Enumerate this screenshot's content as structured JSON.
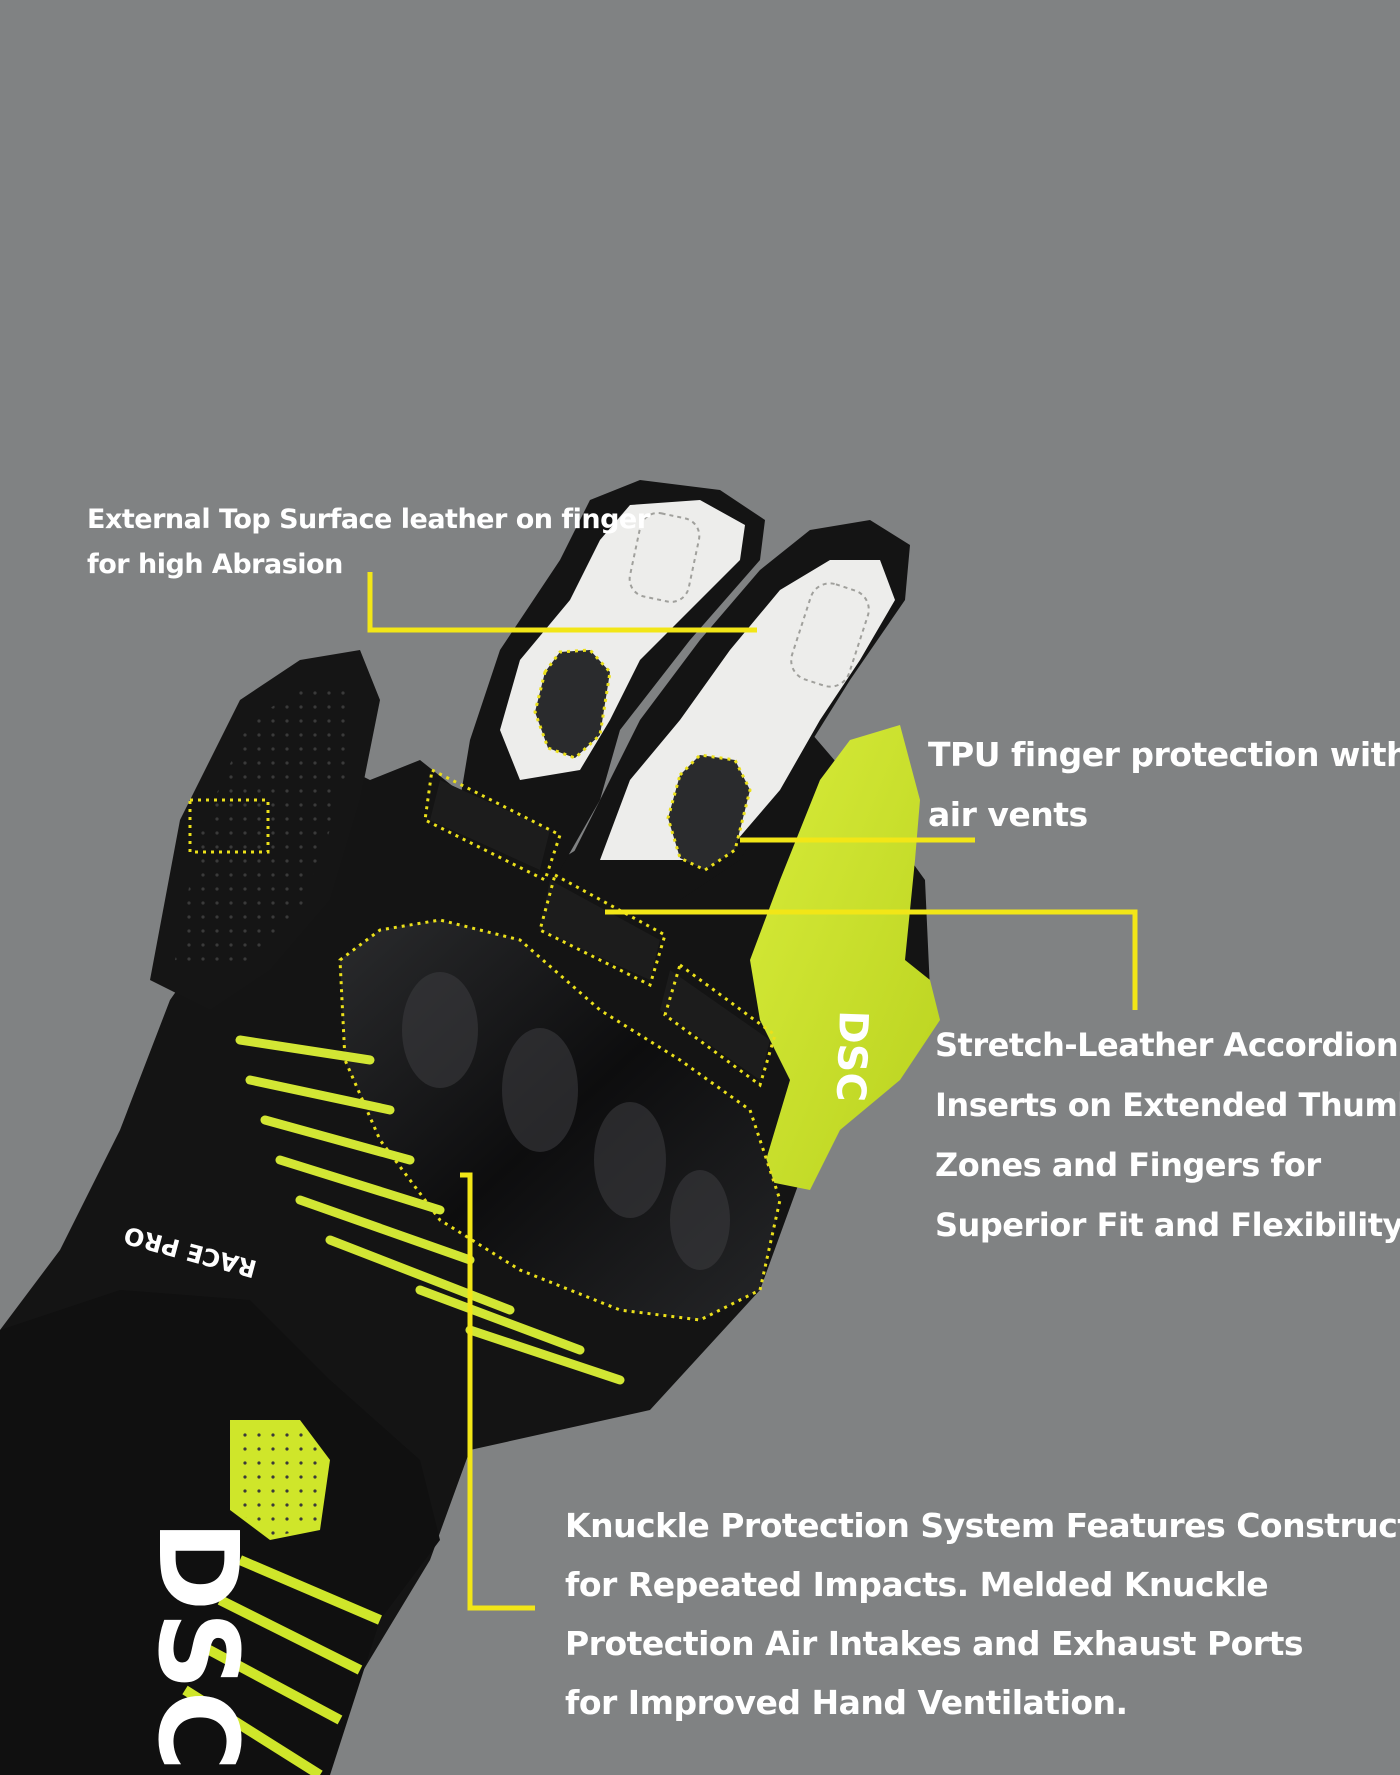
{
  "colors": {
    "background": "#808283",
    "leader_line": "#f2e617",
    "dotted_outline": "#ebe01a",
    "glove_black": "#141414",
    "glove_yellow": "#cfe62a",
    "glove_white": "#ededeb",
    "text": "#ffffff"
  },
  "annotations": {
    "top_surface": {
      "lines": [
        "External Top Surface leather on finger",
        "for high Abrasion"
      ]
    },
    "tpu_finger": {
      "lines": [
        "TPU finger protection with",
        "air vents"
      ]
    },
    "stretch_leather": {
      "lines": [
        "Stretch-Leather Accordion",
        "Inserts on Extended Thumb",
        "Zones and Fingers for",
        "Superior Fit and Flexibility"
      ]
    },
    "knuckle": {
      "lines": [
        "Knuckle Protection System Features Construction",
        "for Repeated Impacts. Melded Knuckle",
        "Protection Air Intakes and Exhaust Ports",
        "for Improved Hand Ventilation."
      ]
    }
  },
  "product": {
    "brand_logo": "DSC",
    "cuff_print": "RACE PRO"
  }
}
